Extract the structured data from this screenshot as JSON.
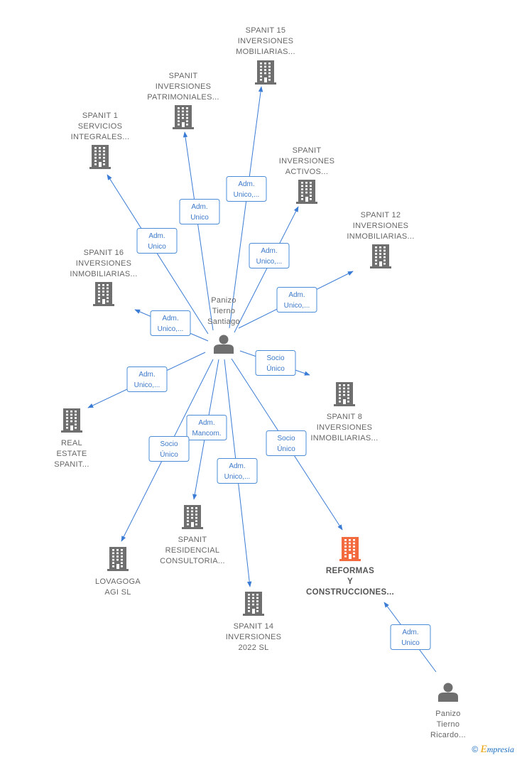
{
  "colors": {
    "edge": "#3a7bd5",
    "node_gray": "#6f6f6f",
    "node_highlight": "#f26a3d",
    "badge_border": "#4a8cd8",
    "badge_text": "#3b78c9"
  },
  "nodes": [
    {
      "id": "spanit15",
      "icon": "building-icon",
      "lines": [
        "SPANIT 15",
        "INVERSIONES",
        "MOBILIARIAS..."
      ]
    },
    {
      "id": "spanit_patrimoniales",
      "icon": "building-icon",
      "lines": [
        "SPANIT",
        "INVERSIONES",
        "PATRIMONIALES..."
      ]
    },
    {
      "id": "spanit1",
      "icon": "building-icon",
      "lines": [
        "SPANIT 1",
        "SERVICIOS",
        "INTEGRALES..."
      ]
    },
    {
      "id": "spanit_activos",
      "icon": "building-icon",
      "lines": [
        "SPANIT",
        "INVERSIONES",
        "ACTIVOS..."
      ]
    },
    {
      "id": "spanit12",
      "icon": "building-icon",
      "lines": [
        "SPANIT 12",
        "INVERSIONES",
        "INMOBILIARIAS..."
      ]
    },
    {
      "id": "spanit16",
      "icon": "building-icon",
      "lines": [
        "SPANIT 16",
        "INVERSIONES",
        "INMOBILIARIAS..."
      ]
    },
    {
      "id": "panizo_santiago",
      "icon": "person-icon",
      "lines": [
        "Panizo",
        "Tierno",
        "Santiago"
      ]
    },
    {
      "id": "spanit8",
      "icon": "building-icon",
      "lines": [
        "SPANIT 8",
        "INVERSIONES",
        "INMOBILIARIAS..."
      ]
    },
    {
      "id": "real_estate",
      "icon": "building-icon",
      "lines": [
        "REAL",
        "ESTATE",
        "SPANIT..."
      ]
    },
    {
      "id": "spanit_residencial",
      "icon": "building-icon",
      "lines": [
        "SPANIT",
        "RESIDENCIAL",
        "CONSULTORIA..."
      ]
    },
    {
      "id": "lovagoga",
      "icon": "building-icon",
      "lines": [
        "LOVAGOGA",
        "AGI  SL"
      ]
    },
    {
      "id": "reformas",
      "icon": "building-icon",
      "highlight": true,
      "lines": [
        "REFORMAS",
        "Y",
        "CONSTRUCCIONES..."
      ]
    },
    {
      "id": "spanit14",
      "icon": "building-icon",
      "lines": [
        "SPANIT 14",
        "INVERSIONES",
        "2022  SL"
      ]
    },
    {
      "id": "panizo_ricardo",
      "icon": "person-icon",
      "lines": [
        "Panizo",
        "Tierno",
        "Ricardo..."
      ]
    }
  ],
  "edges": [
    {
      "from": "panizo_santiago",
      "to": "spanit15",
      "label": [
        "Adm.",
        "Unico,..."
      ]
    },
    {
      "from": "panizo_santiago",
      "to": "spanit_patrimoniales",
      "label": [
        "Adm.",
        "Unico"
      ]
    },
    {
      "from": "panizo_santiago",
      "to": "spanit1",
      "label": [
        "Adm.",
        "Unico"
      ]
    },
    {
      "from": "panizo_santiago",
      "to": "spanit_activos",
      "label": [
        "Adm.",
        "Unico,..."
      ]
    },
    {
      "from": "panizo_santiago",
      "to": "spanit12",
      "label": [
        "Adm.",
        "Unico,..."
      ]
    },
    {
      "from": "panizo_santiago",
      "to": "spanit16",
      "label": [
        "Adm.",
        "Unico,..."
      ]
    },
    {
      "from": "panizo_santiago",
      "to": "spanit8",
      "label": [
        "Socio",
        "Único"
      ]
    },
    {
      "from": "panizo_santiago",
      "to": "real_estate",
      "label": [
        "Adm.",
        "Unico,..."
      ]
    },
    {
      "from": "panizo_santiago",
      "to": "spanit_residencial",
      "label": [
        "Adm.",
        "Mancom."
      ]
    },
    {
      "from": "panizo_santiago",
      "to": "lovagoga",
      "label": [
        "Socio",
        "Único"
      ]
    },
    {
      "from": "panizo_santiago",
      "to": "spanit14",
      "label": [
        "Adm.",
        "Unico,..."
      ]
    },
    {
      "from": "panizo_santiago",
      "to": "reformas",
      "label": [
        "Socio",
        "Único"
      ]
    },
    {
      "from": "panizo_ricardo",
      "to": "reformas",
      "label": [
        "Adm.",
        "Unico"
      ]
    }
  ],
  "footer": {
    "copyright": "©",
    "brand_initial": "E",
    "brand_rest": "mpresia"
  }
}
